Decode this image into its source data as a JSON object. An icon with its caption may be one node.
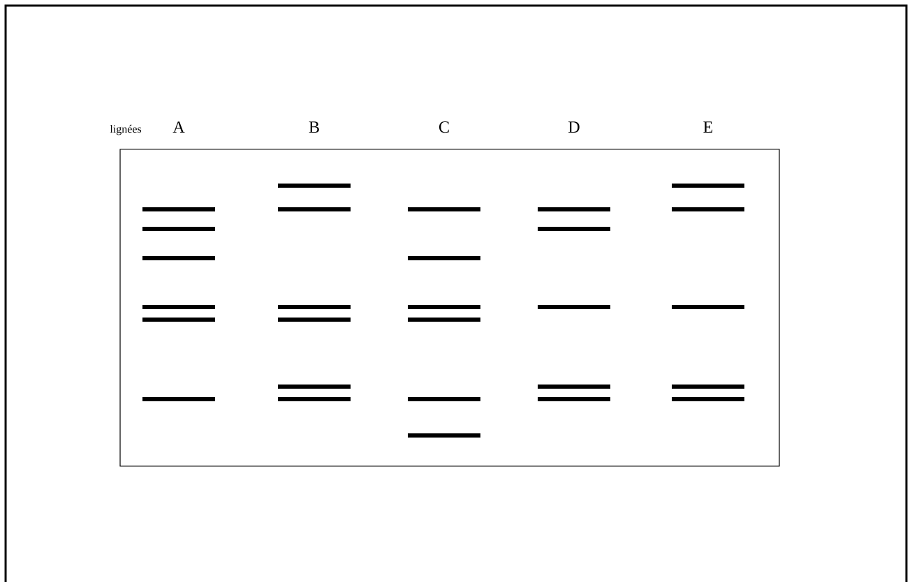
{
  "diagram": {
    "labels": [
      "lignées",
      "A",
      "B",
      "C",
      "D",
      "E"
    ]
  }
}
